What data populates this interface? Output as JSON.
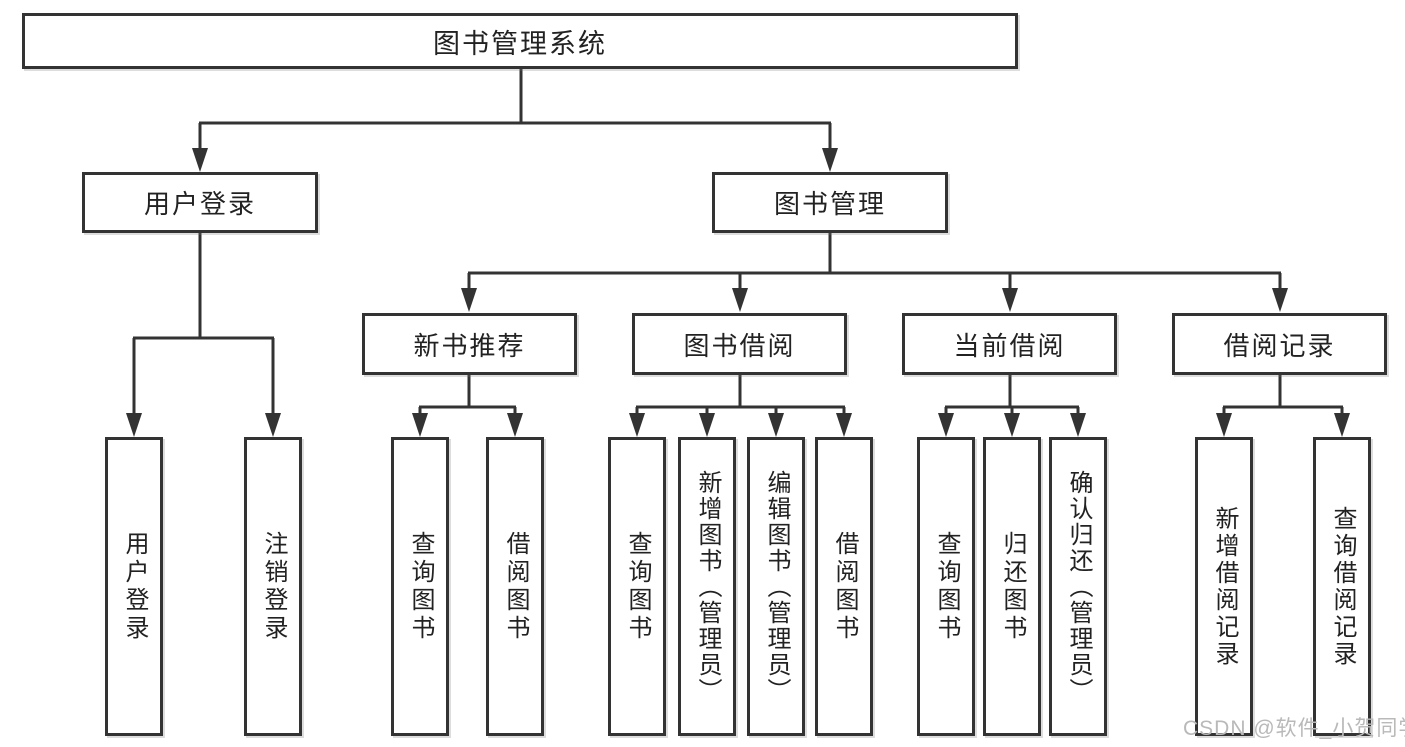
{
  "diagram": {
    "root": {
      "label": "图书管理系统"
    },
    "branches": {
      "user_login": {
        "label": "用户登录"
      },
      "book_management": {
        "label": "图书管理"
      }
    },
    "modules": {
      "new_book": {
        "label": "新书推荐"
      },
      "book_borrow": {
        "label": "图书借阅"
      },
      "current_borrow": {
        "label": "当前借阅"
      },
      "borrow_record": {
        "label": "借阅记录"
      }
    },
    "leaves": {
      "user_login": [
        "用户登录",
        "注销登录"
      ],
      "new_book": [
        "查询图书",
        "借阅图书"
      ],
      "book_borrow": [
        "查询图书",
        "新增图书（管理员）",
        "编辑图书（管理员）",
        "借阅图书"
      ],
      "current_borrow": [
        "查询图书",
        "归还图书",
        "确认归还（管理员）"
      ],
      "borrow_record": [
        "新增借阅记录",
        "查询借阅记录"
      ]
    }
  },
  "watermark": {
    "text": "CSDN @软件_小贺同学"
  },
  "colors": {
    "line": "#333333",
    "box_border": "#333333",
    "text": "#222222",
    "watermark": "#b9b9b9",
    "background": "#ffffff"
  }
}
